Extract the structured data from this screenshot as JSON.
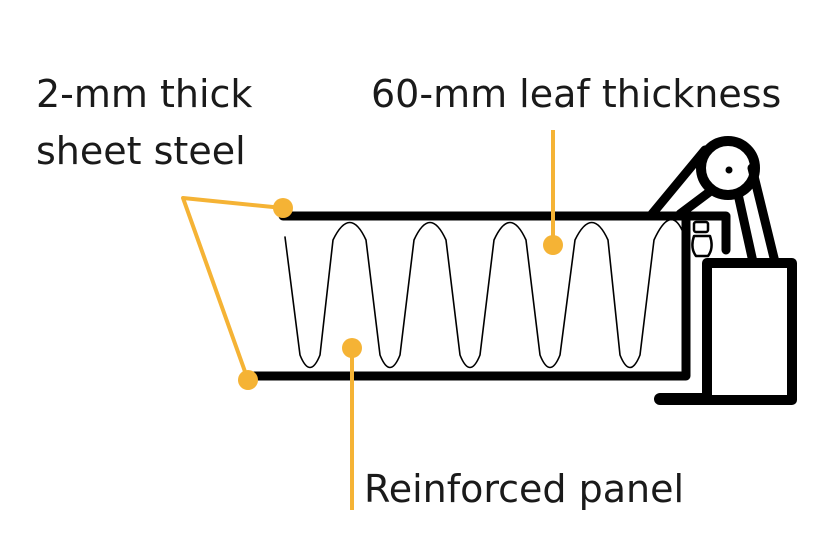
{
  "labels": {
    "sheet_line1": "2-mm thick",
    "sheet_line2": "sheet steel",
    "leaf": "60-mm leaf thickness",
    "panel": "Reinforced panel"
  },
  "colors": {
    "accent": "#F5B335",
    "line": "#000000"
  }
}
